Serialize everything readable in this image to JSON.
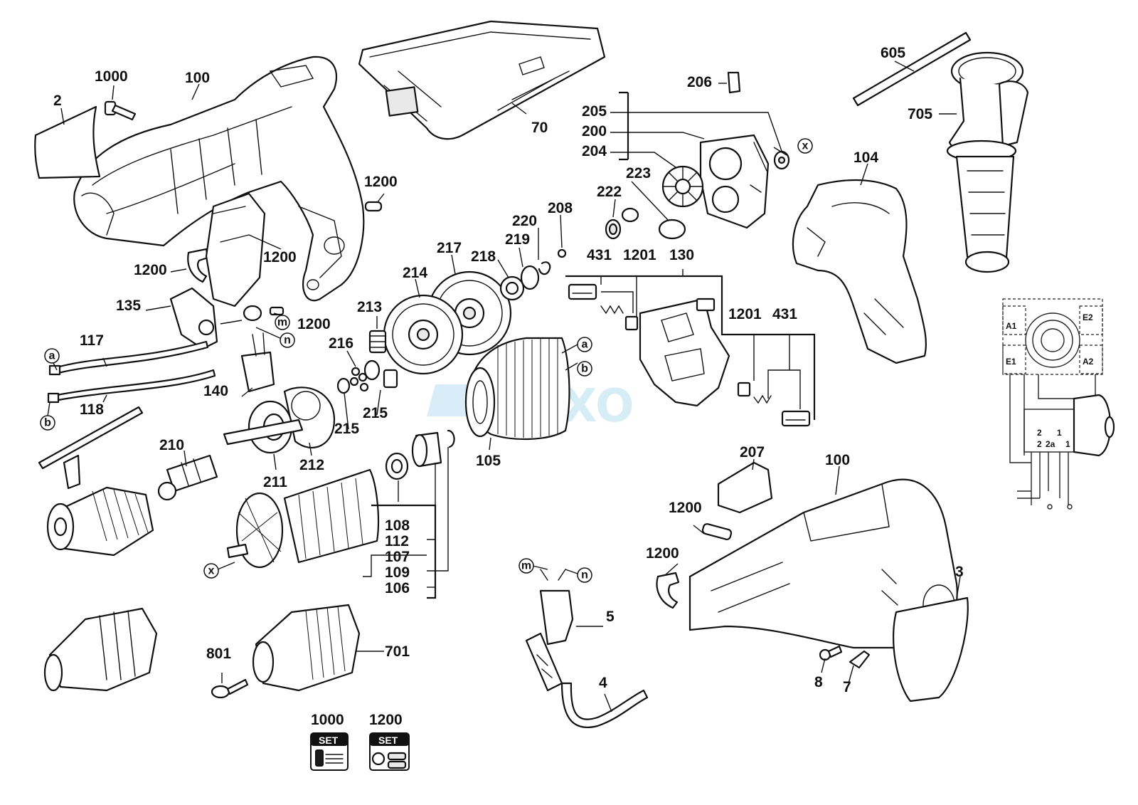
{
  "watermark": "XO",
  "callouts": {
    "p2": "2",
    "p1000": "1000",
    "p100": "100",
    "p1200_a": "1200",
    "p1200_b": "1200",
    "p1200_c": "1200",
    "p70": "70",
    "p206": "206",
    "p205": "205",
    "p200": "200",
    "p204": "204",
    "p223": "223",
    "p222": "222",
    "p605": "605",
    "p705": "705",
    "p104": "104",
    "p220": "220",
    "p208": "208",
    "p219": "219",
    "p217": "217",
    "p218": "218",
    "p214": "214",
    "p213": "213",
    "p431_a": "431",
    "p1201_a": "1201",
    "p130": "130",
    "p1201_b": "1201",
    "p431_b": "431",
    "p135": "135",
    "p1200_d": "1200",
    "p117": "117",
    "p118": "118",
    "p216": "216",
    "p215_a": "215",
    "p215_b": "215",
    "p140": "140",
    "p105": "105",
    "p210": "210",
    "p211": "211",
    "p212": "212",
    "p108": "108",
    "p112": "112",
    "p107": "107",
    "p109": "109",
    "p106": "106",
    "p207": "207",
    "p100_b": "100",
    "p1200_e": "1200",
    "p1200_f": "1200",
    "p3": "3",
    "p5": "5",
    "p4": "4",
    "p8": "8",
    "p7": "7",
    "p801": "801",
    "p701": "701",
    "p1000_set": "1000",
    "p1200_set": "1200"
  },
  "letters": {
    "a1": "a",
    "b1": "b",
    "a2": "a",
    "b2": "b",
    "m1": "m",
    "n1": "n",
    "m2": "m",
    "n2": "n",
    "x1": "x",
    "x2": "x"
  },
  "set_badges": {
    "label": "SET"
  },
  "wiring_labels": {
    "a1": "A1",
    "a2": "A2",
    "e1": "E1",
    "e2": "E2",
    "t1": "2",
    "t2": "2",
    "t3": "2a",
    "t4": "1",
    "t5": "1"
  }
}
